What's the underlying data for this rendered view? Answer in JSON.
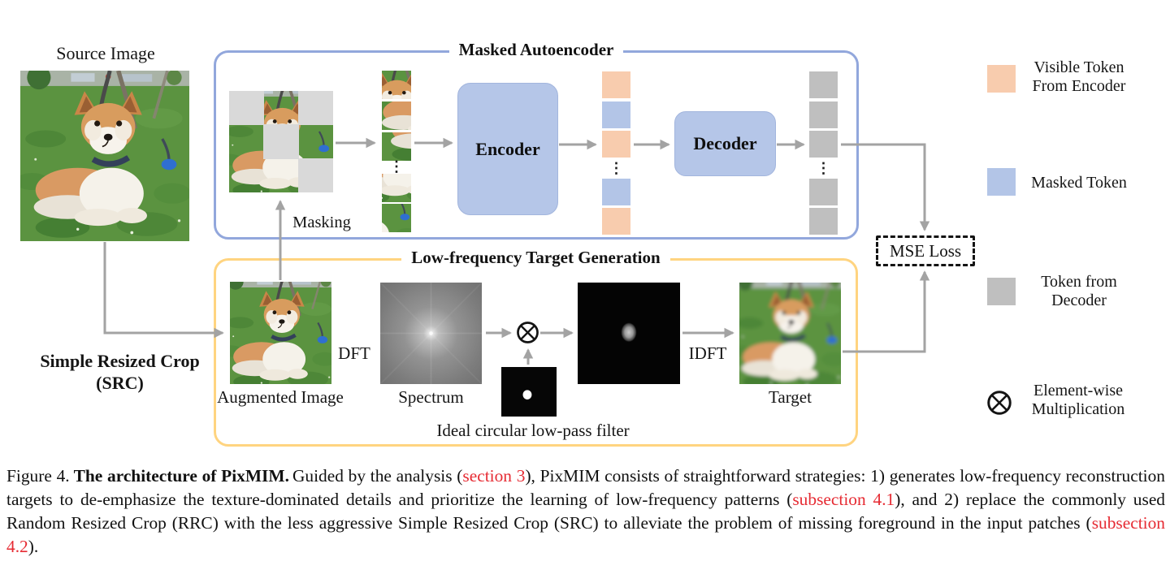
{
  "figure": {
    "source_image_label": "Source Image",
    "src_label_line1": "Simple Resized Crop",
    "src_label_line2": "(SRC)",
    "mae": {
      "title": "Masked Autoencoder",
      "masking_label": "Masking",
      "encoder_label": "Encoder",
      "decoder_label": "Decoder",
      "ellipsis": "⋮"
    },
    "lft": {
      "title": "Low-frequency Target Generation",
      "augmented_label": "Augmented Image",
      "dft_label": "DFT",
      "spectrum_label": "Spectrum",
      "idft_label": "IDFT",
      "target_label": "Target",
      "filter_label": "Ideal circular low-pass filter"
    },
    "mse_label": "MSE Loss",
    "mask_cells": [
      [
        0,
        0
      ],
      [
        0,
        2
      ],
      [
        1,
        1
      ],
      [
        2,
        2
      ]
    ],
    "legend": {
      "visible_token": {
        "line1": "Visible Token",
        "line2": "From Encoder",
        "color": "#f8ccae"
      },
      "masked_token": {
        "label": "Masked Token",
        "color": "#b3c5e7"
      },
      "decoder_token": {
        "line1": "Token from",
        "line2": "Decoder",
        "color": "#bfbfbf"
      },
      "elementwise": {
        "line1": "Element-wise",
        "line2": "Multiplication",
        "symbol": "otimes"
      }
    },
    "colors": {
      "mae_border": "#92a7dc",
      "lft_border": "#ffd480",
      "block_fill": "#b5c6e8",
      "visible_token": "#f8ccae",
      "masked_token": "#b3c5e7",
      "decoder_token": "#bfbfbf",
      "mask_cell": "#d9d9d9",
      "arrow": "#a3a3a3",
      "link_red": "#e62b33"
    }
  },
  "tokens": {
    "encoder_output": [
      "visible",
      "masked",
      "visible",
      "ellipsis",
      "masked",
      "visible"
    ],
    "decoder_output": [
      "decoder",
      "decoder",
      "decoder",
      "ellipsis",
      "decoder",
      "decoder"
    ]
  },
  "caption": {
    "fig_label": "Figure 4.",
    "bold_title": "The architecture of PixMIM.",
    "s1": "Guided by the analysis (",
    "link1": "section 3",
    "s2": "), PixMIM consists of straightforward strategies: 1) generates low-frequency reconstruction targets to de-emphasize the texture-dominated details and prioritize the learning of low-frequency patterns (",
    "link2": "subsection 4.1",
    "s3": "), and 2) replace the commonly used Random Resized Crop (RRC) with the less aggressive Simple Resized Crop (SRC) to alleviate the problem of missing foreground in the input patches (",
    "link3": "subsection 4.2",
    "s4": ")."
  }
}
